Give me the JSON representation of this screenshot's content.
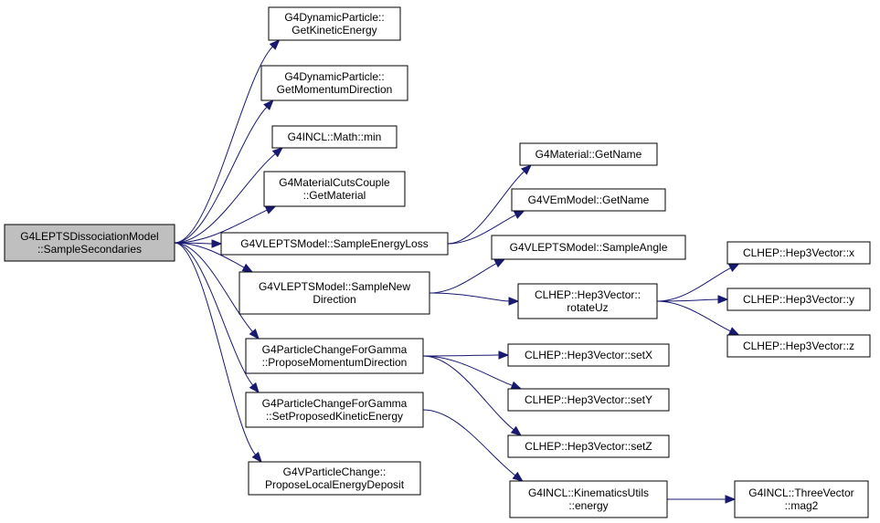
{
  "nodes": [
    {
      "id": "root",
      "lines": [
        "G4LEPTSDissociationModel",
        "::SampleSecondaries"
      ],
      "root": true
    },
    {
      "id": "n1",
      "lines": [
        "G4DynamicParticle::",
        "GetKineticEnergy"
      ]
    },
    {
      "id": "n2",
      "lines": [
        "G4DynamicParticle::",
        "GetMomentumDirection"
      ]
    },
    {
      "id": "n3",
      "lines": [
        "G4INCL::Math::min"
      ]
    },
    {
      "id": "n4",
      "lines": [
        "G4MaterialCutsCouple",
        "::GetMaterial"
      ]
    },
    {
      "id": "n5",
      "lines": [
        "G4VLEPTSModel::SampleEnergyLoss"
      ]
    },
    {
      "id": "n6",
      "lines": [
        "G4VLEPTSModel::SampleNew",
        "Direction"
      ]
    },
    {
      "id": "n7",
      "lines": [
        "G4ParticleChangeForGamma",
        "::ProposeMomentumDirection"
      ]
    },
    {
      "id": "n8",
      "lines": [
        "G4ParticleChangeForGamma",
        "::SetProposedKineticEnergy"
      ]
    },
    {
      "id": "n9",
      "lines": [
        "G4VParticleChange::",
        "ProposeLocalEnergyDeposit"
      ]
    },
    {
      "id": "n10",
      "lines": [
        "G4Material::GetName"
      ]
    },
    {
      "id": "n11",
      "lines": [
        "G4VEmModel::GetName"
      ]
    },
    {
      "id": "n12",
      "lines": [
        "G4VLEPTSModel::SampleAngle"
      ]
    },
    {
      "id": "n13",
      "lines": [
        "CLHEP::Hep3Vector::",
        "rotateUz"
      ]
    },
    {
      "id": "n14",
      "lines": [
        "CLHEP::Hep3Vector::setX"
      ]
    },
    {
      "id": "n15",
      "lines": [
        "CLHEP::Hep3Vector::setY"
      ]
    },
    {
      "id": "n16",
      "lines": [
        "CLHEP::Hep3Vector::setZ"
      ]
    },
    {
      "id": "n17",
      "lines": [
        "G4INCL::KinematicsUtils",
        "::energy"
      ]
    },
    {
      "id": "n18",
      "lines": [
        "CLHEP::Hep3Vector::x"
      ]
    },
    {
      "id": "n19",
      "lines": [
        "CLHEP::Hep3Vector::y"
      ]
    },
    {
      "id": "n20",
      "lines": [
        "CLHEP::Hep3Vector::z"
      ]
    },
    {
      "id": "n21",
      "lines": [
        "G4INCL::ThreeVector",
        "::mag2"
      ]
    }
  ],
  "edges": [
    [
      "root",
      "n1"
    ],
    [
      "root",
      "n2"
    ],
    [
      "root",
      "n3"
    ],
    [
      "root",
      "n4"
    ],
    [
      "root",
      "n5"
    ],
    [
      "root",
      "n6"
    ],
    [
      "root",
      "n7"
    ],
    [
      "root",
      "n8"
    ],
    [
      "root",
      "n9"
    ],
    [
      "n5",
      "n10"
    ],
    [
      "n5",
      "n11"
    ],
    [
      "n6",
      "n12"
    ],
    [
      "n6",
      "n13"
    ],
    [
      "n7",
      "n14"
    ],
    [
      "n7",
      "n15"
    ],
    [
      "n7",
      "n16"
    ],
    [
      "n8",
      "n17"
    ],
    [
      "n13",
      "n18"
    ],
    [
      "n13",
      "n19"
    ],
    [
      "n13",
      "n20"
    ],
    [
      "n17",
      "n21"
    ]
  ],
  "colors": {
    "edge": "#191970",
    "root_fill": "#bfbfbf",
    "node_fill": "#ffffff",
    "border": "#000000"
  }
}
